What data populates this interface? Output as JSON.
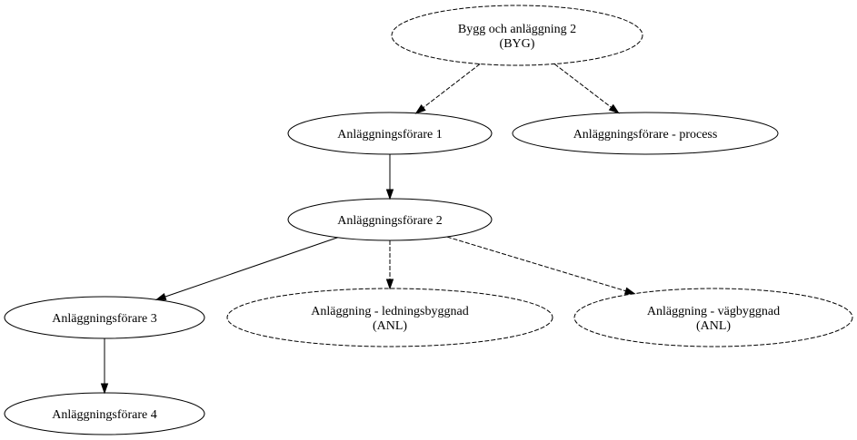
{
  "diagram": {
    "nodes": [
      {
        "id": "byg",
        "lines": [
          "Bygg och anläggning 2",
          "(BYG)"
        ],
        "style": "dashed"
      },
      {
        "id": "af1",
        "lines": [
          "Anläggningsförare 1"
        ],
        "style": "solid"
      },
      {
        "id": "afp",
        "lines": [
          "Anläggningsförare - process"
        ],
        "style": "solid"
      },
      {
        "id": "af2",
        "lines": [
          "Anläggningsförare 2"
        ],
        "style": "solid"
      },
      {
        "id": "af3",
        "lines": [
          "Anläggningsförare 3"
        ],
        "style": "solid"
      },
      {
        "id": "ledn",
        "lines": [
          "Anläggning - ledningsbyggnad",
          "(ANL)"
        ],
        "style": "dashed"
      },
      {
        "id": "vag",
        "lines": [
          "Anläggning - vägbyggnad",
          "(ANL)"
        ],
        "style": "dashed"
      },
      {
        "id": "af4",
        "lines": [
          "Anläggningsförare 4"
        ],
        "style": "solid"
      }
    ],
    "edges": [
      {
        "from": "byg",
        "to": "af1",
        "style": "dashed"
      },
      {
        "from": "byg",
        "to": "afp",
        "style": "dashed"
      },
      {
        "from": "af1",
        "to": "af2",
        "style": "solid"
      },
      {
        "from": "af2",
        "to": "af3",
        "style": "solid"
      },
      {
        "from": "af2",
        "to": "ledn",
        "style": "dashed"
      },
      {
        "from": "af2",
        "to": "vag",
        "style": "dashed"
      },
      {
        "from": "af3",
        "to": "af4",
        "style": "solid"
      }
    ]
  }
}
